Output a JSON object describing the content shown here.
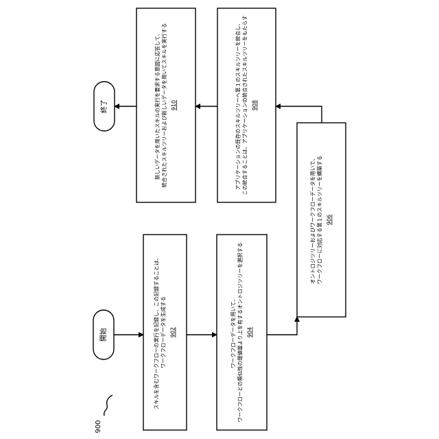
{
  "figure_label": "900",
  "start": {
    "label": "開始"
  },
  "end": {
    "label": "終了"
  },
  "steps": [
    {
      "id": "902",
      "lines": [
        "スキルを含むワークフローの実行を記録し、この記録することは、",
        "ワークフローデータを生成する"
      ]
    },
    {
      "id": "904",
      "lines": [
        "ワークフローデータを用いて、",
        "ワークフローとの類似性の閾値量より上を有するオントロジツリーを選択する"
      ]
    },
    {
      "id": "906",
      "lines": [
        "オントロジツリーおよびワークフローデータを用いて、",
        "ワークフローに対応する第１のスキルツリーを構築する"
      ]
    },
    {
      "id": "908",
      "lines": [
        "アプリケーションの既存のスキルツリーへ第１のスキルツリーを統合し、",
        "この統合することは、アプリケーションの統合されたスキルツリーをもたらす"
      ]
    },
    {
      "id": "910",
      "lines": [
        "新しいデータを用いたスキルの実行を要求する意図に応答して、",
        "統合されたスキルツリーおよび新しいデータを用いてスキルを実行する"
      ]
    }
  ]
}
